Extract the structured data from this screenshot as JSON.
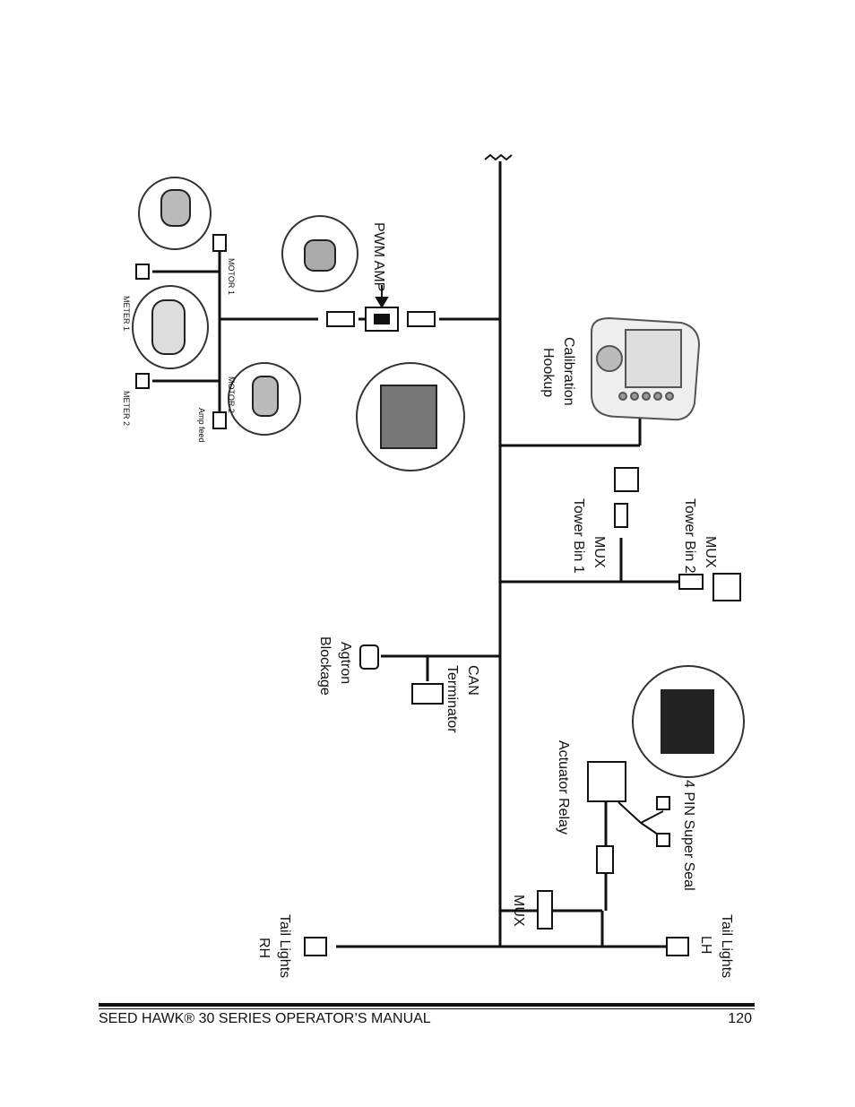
{
  "diagram": {
    "labels": {
      "pwm_amp": "PWM AMP",
      "motor_1": "MOTOR 1",
      "meter_1": "METER 1",
      "motor_2": "MOTOR 2",
      "meter_2": "METER 2",
      "amp_feed": "Amp feed",
      "calibration": [
        "Calibration",
        "Hookup"
      ],
      "mux_tower_bin_2": [
        "MUX",
        "Tower Bin 2"
      ],
      "mux_tower_bin_1": [
        "MUX",
        "Tower Bin 1"
      ],
      "agtron": [
        "Agtron",
        "Blockage"
      ],
      "can": [
        "CAN",
        "Terminator"
      ],
      "four_pin": "4 PIN Super Seal",
      "actuator_relay": "Actuator Relay",
      "mux": "MUX",
      "tail_lh": [
        "Tail Lights",
        "LH"
      ],
      "tail_rh": [
        "Tail Lights",
        "RH"
      ]
    }
  },
  "footer": {
    "manual_title": "SEED HAWK® 30 SERIES OPERATOR’S MANUAL",
    "page_number": "120"
  }
}
